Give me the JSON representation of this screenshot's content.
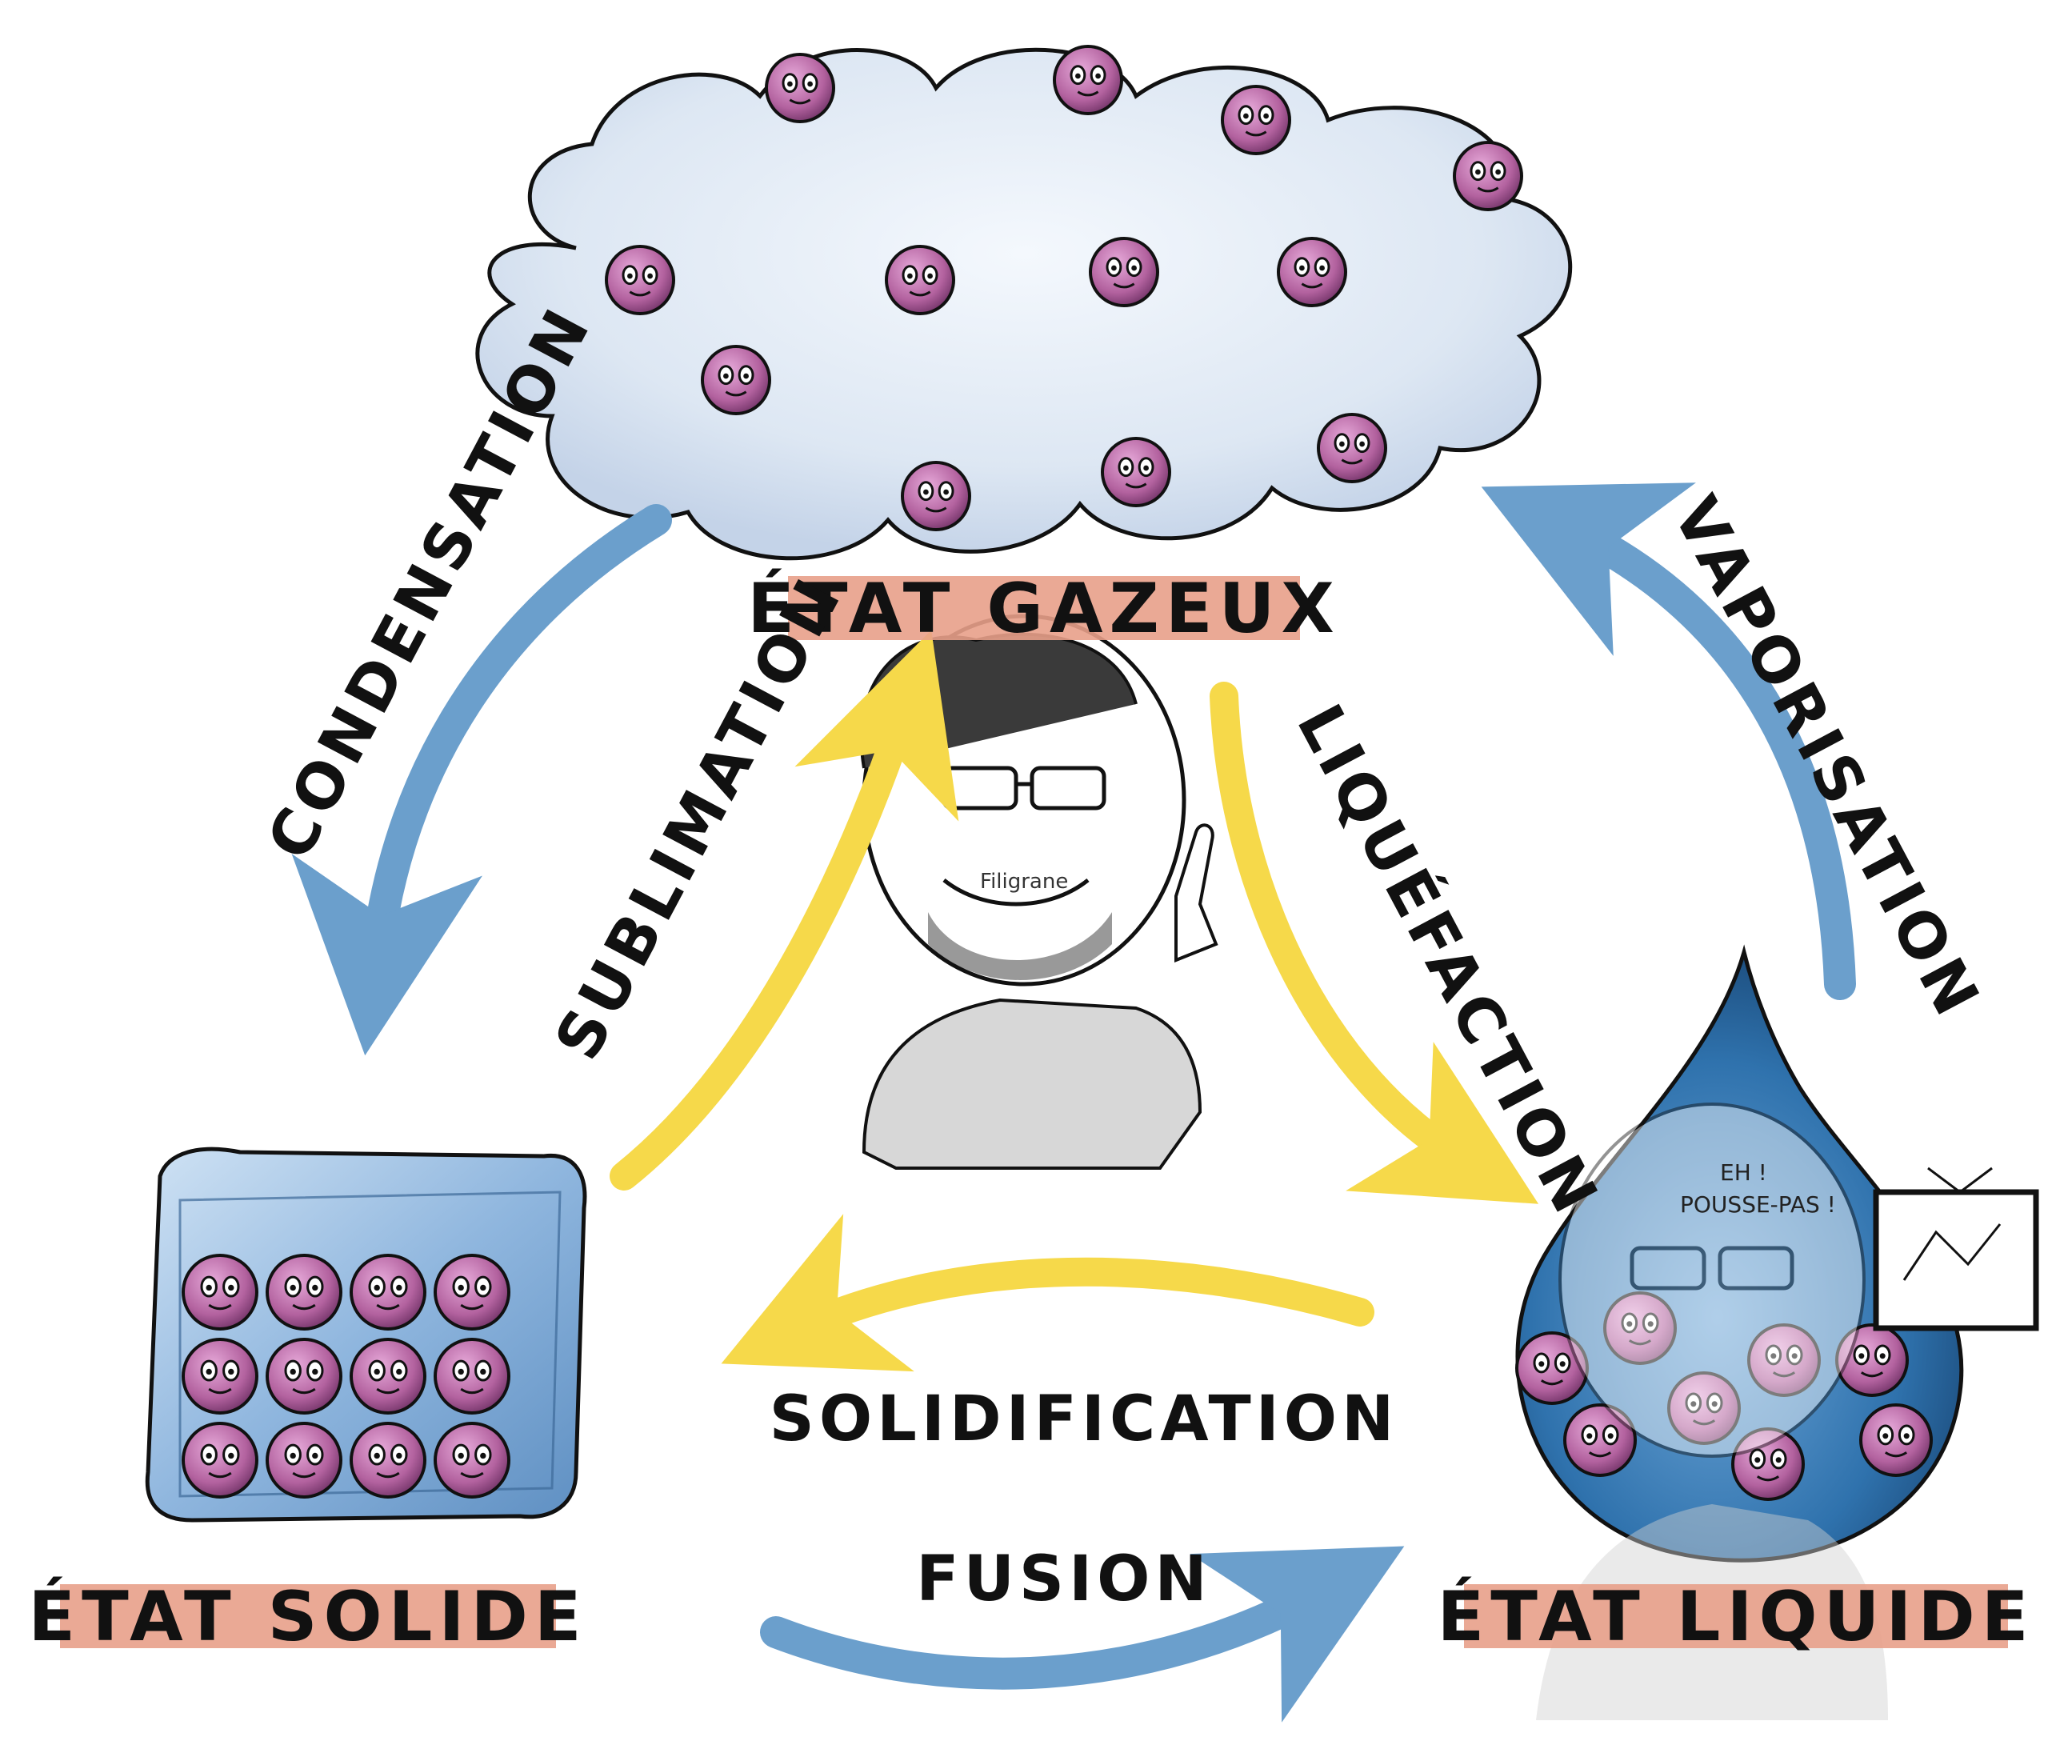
{
  "states": {
    "gas": "ÉTAT GAZEUX",
    "solid": "ÉTAT SOLIDE",
    "liquid": "ÉTAT LIQUIDE"
  },
  "processes": {
    "condensation": "CONDENSATION",
    "sublimation": "SUBLIMATION",
    "liquefaction": "LIQUÉFACTION",
    "vaporisation": "VAPORISATION",
    "solidification": "SOLIDIFICATION",
    "fusion": "FUSION"
  },
  "speech_bubble": [
    "EH !",
    "POUSSE-PAS !"
  ],
  "watermark": "Filigrane",
  "colors": {
    "blue_arrow": "#6b9fcc",
    "yellow_arrow": "#f6d94a",
    "label_band": "#e8a08a",
    "cloud": "#dfe8f4",
    "molecule": "#b96aa8",
    "ice": "#8fb9e0",
    "drop": "#2f72ad"
  }
}
